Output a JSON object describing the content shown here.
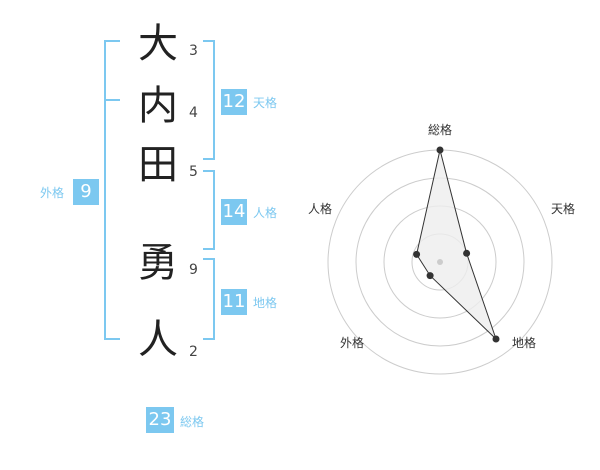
{
  "name": {
    "characters": [
      {
        "char": "大",
        "strokes": "3"
      },
      {
        "char": "内",
        "strokes": "4"
      },
      {
        "char": "田",
        "strokes": "5"
      },
      {
        "char": "勇",
        "strokes": "9"
      },
      {
        "char": "人",
        "strokes": "2"
      }
    ]
  },
  "scores": {
    "tenkaku": {
      "value": "12",
      "label": "天格"
    },
    "jinkaku": {
      "value": "14",
      "label": "人格"
    },
    "chikaku": {
      "value": "11",
      "label": "地格"
    },
    "gaikaku": {
      "value": "9",
      "label": "外格"
    },
    "soukaku": {
      "value": "23",
      "label": "総格"
    }
  },
  "radar": {
    "axes": [
      "総格",
      "天格",
      "地格",
      "外格",
      "人格"
    ],
    "values": [
      1.0,
      0.25,
      0.85,
      0.15,
      0.22
    ],
    "ring_count": 4,
    "colors": {
      "fill": "#eeeeee",
      "stroke": "#333333",
      "ring": "#cccccc",
      "point": "#333333"
    }
  },
  "colors": {
    "accent": "#7cc8f0",
    "text": "#222222"
  }
}
